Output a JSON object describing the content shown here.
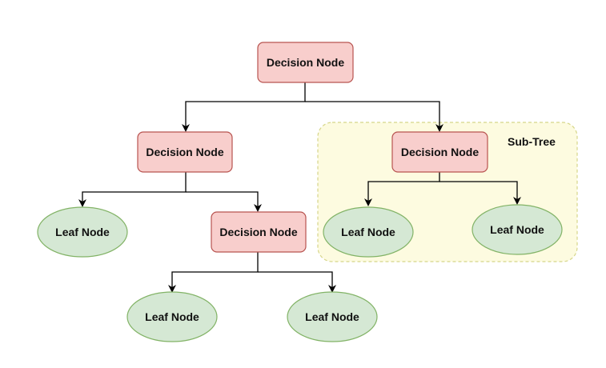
{
  "colors": {
    "decision_fill": "#f8cecc",
    "decision_stroke": "#b85450",
    "leaf_fill": "#d5e8d4",
    "leaf_stroke": "#82b366",
    "subtree_fill": "#fdfbe0",
    "subtree_stroke": "#d6d68a"
  },
  "subtree": {
    "label": "Sub-Tree"
  },
  "nodes": {
    "root": {
      "label": "Decision Node"
    },
    "left": {
      "label": "Decision Node"
    },
    "right": {
      "label": "Decision Node"
    },
    "left_right": {
      "label": "Decision Node"
    },
    "leaf_left_1": {
      "label": "Leaf Node"
    },
    "leaf_lr_1": {
      "label": "Leaf Node"
    },
    "leaf_lr_2": {
      "label": "Leaf Node"
    },
    "leaf_sub_1": {
      "label": "Leaf Node"
    },
    "leaf_sub_2": {
      "label": "Leaf Node"
    }
  }
}
